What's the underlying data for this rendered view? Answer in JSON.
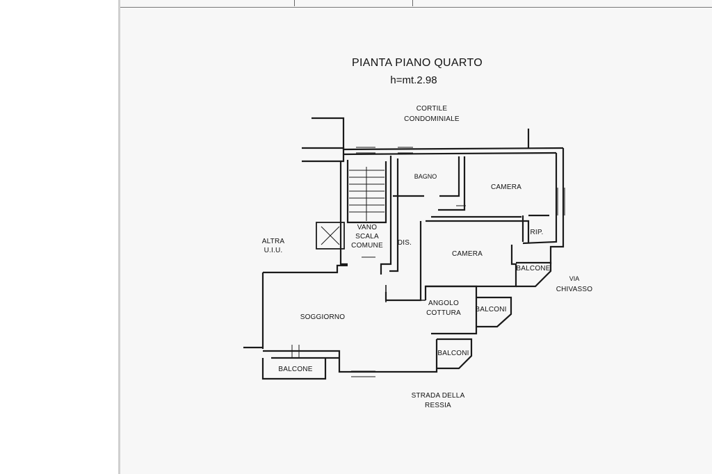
{
  "plan": {
    "title": "PIANTA PIANO QUARTO",
    "height": "h=mt.2.98"
  },
  "labels": {
    "cortile_1": "CORTILE",
    "cortile_2": "CONDOMINIALE",
    "bagno": "BAGNO",
    "camera_top": "CAMERA",
    "rip": "RIP.",
    "vano": "VANO",
    "scala": "SCALA",
    "comune": "COMUNE",
    "dis": "DIS.",
    "camera_mid": "CAMERA",
    "altra_1": "ALTRA",
    "altra_2": "U.I.U.",
    "balcone_right": "BALCONE",
    "via_1": "VIA",
    "via_2": "CHIVASSO",
    "angolo_1": "ANGOLO",
    "angolo_2": "COTTURA",
    "balconi_1": "BALCONI",
    "soggiorno": "SOGGIORNO",
    "balconi_2": "BALCONI",
    "balcone_left": "BALCONE",
    "strada_1": "STRADA DELLA",
    "strada_2": "RESSIA"
  },
  "colors": {
    "wall": "#1a1a1a",
    "paper": "#f7f7f7"
  }
}
